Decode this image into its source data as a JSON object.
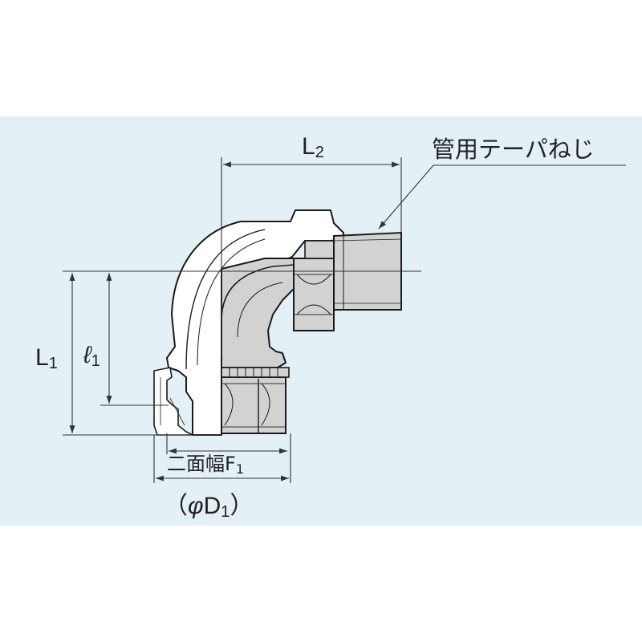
{
  "labels": {
    "l2": "L",
    "l2_sub": "2",
    "l1": "L",
    "l1_sub": "1",
    "ell1": "ℓ",
    "ell1_sub": "1",
    "thread": "管用テーパねじ",
    "hex_width": "二面幅F",
    "hex_width_sub": "1",
    "diameter_open": "（",
    "diameter_phi": "φ",
    "diameter_d": "D",
    "diameter_sub": "1",
    "diameter_close": "）"
  },
  "colors": {
    "panel_bg": "#e3f0f5",
    "body_white": "#ffffff",
    "body_gray": "#d2d2d2",
    "outline": "#1a1a1a"
  }
}
